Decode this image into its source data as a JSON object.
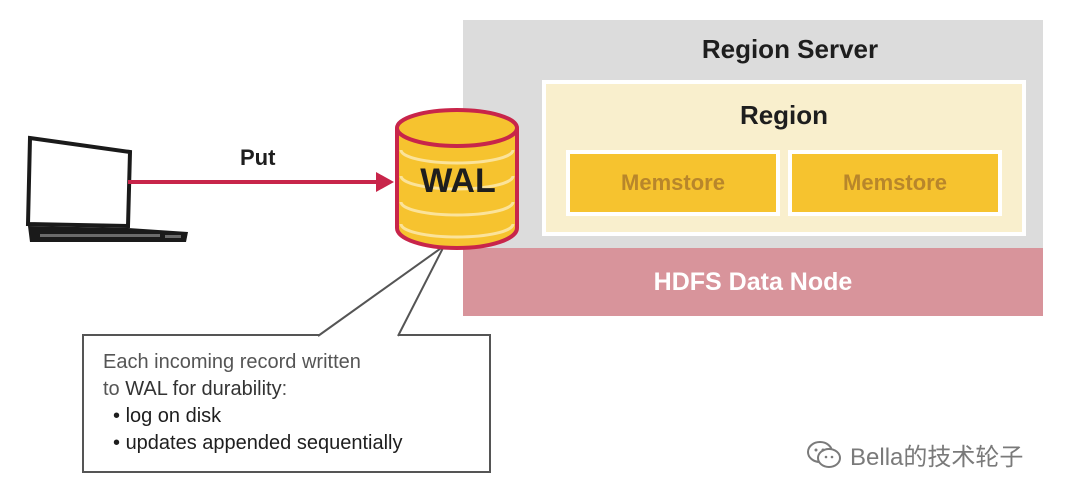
{
  "region_server": {
    "title": "Region Server",
    "region": {
      "title": "Region",
      "memstores": [
        "Memstore",
        "Memstore"
      ]
    },
    "hdfs_label": "HDFS Data Node"
  },
  "put_label": "Put",
  "wal_label": "WAL",
  "callout": {
    "line1": "Each incoming record written",
    "line2_prefix": "to",
    "line2_wal": "WAL for durability",
    "line2_suffix": ":",
    "bullets": [
      "log on disk",
      "updates appended sequentially"
    ]
  },
  "watermark": "Bella的技术轮子",
  "icons": [
    "laptop-icon",
    "wal-cylinder-icon",
    "wechat-icon"
  ],
  "colors": {
    "arrow": "#c8254a",
    "wal_fill": "#f6c32f",
    "wal_border": "#c8254a",
    "hdfs": "#d8949b",
    "memstore": "#f6c32f"
  }
}
